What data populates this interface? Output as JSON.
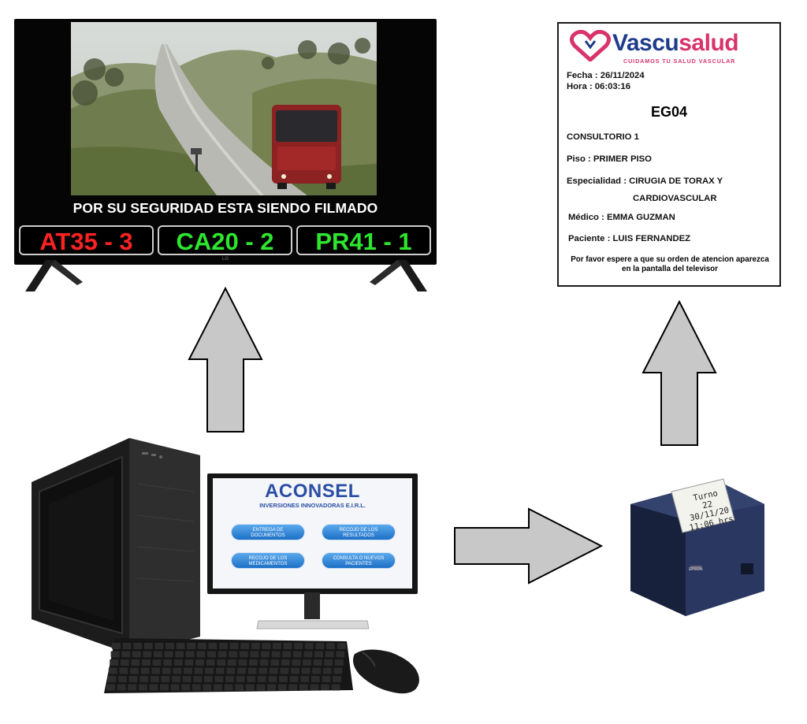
{
  "tv": {
    "caption": "POR SU SEGURIDAD ESTA SIENDO FILMADO",
    "brand": "LG",
    "queue": [
      {
        "code": "AT35 - 3",
        "color": "#ff2222"
      },
      {
        "code": "CA20 - 2",
        "color": "#2ee62e"
      },
      {
        "code": "PR41 - 1",
        "color": "#2ee62e"
      }
    ]
  },
  "ticket": {
    "brand_prefix": "Vascu",
    "brand_suffix": "salud",
    "tagline": "CUIDAMOS TU SALUD VASCULAR",
    "fecha": "Fecha : 26/11/2024",
    "hora": "Hora : 06:03:16",
    "code": "EG04",
    "consultorio": "CONSULTORIO 1",
    "piso": "Piso : PRIMER PISO",
    "especialidad_1": "Especialidad : CIRUGIA DE TORAX Y",
    "especialidad_2": "CARDIOVASCULAR",
    "medico": "Médico : EMMA GUZMAN",
    "paciente": "Paciente : LUIS FERNANDEZ",
    "note_1": "Por favor espere a que su orden de atencion aparezca",
    "note_2": "en la pantalla del televisor"
  },
  "kiosk": {
    "title": "ACONSEL",
    "subtitle": "INVERSIONES INNOVADORAS E.I.R.L.",
    "buttons": [
      {
        "line1": "ENTREGA DE",
        "line2": "DOCUMENTOS"
      },
      {
        "line1": "RECOJO DE LOS",
        "line2": "RESULTADOS"
      },
      {
        "line1": "RECOJO DE LOS",
        "line2": "MEDICAMENTOS"
      },
      {
        "line1": "CONSULTA O NUEVOS",
        "line2": "PACIENTES"
      }
    ]
  },
  "printer": {
    "paper_line1": "Turno",
    "paper_line2": "22",
    "paper_line3": "30/11/20",
    "paper_line4": "11:06 hrs",
    "brand": "EPSON"
  },
  "colors": {
    "arrow_fill": "#c8c8c8",
    "arrow_stroke": "#000000",
    "kiosk_blue": "#2b4ea5",
    "brand_pink": "#d8336b"
  }
}
